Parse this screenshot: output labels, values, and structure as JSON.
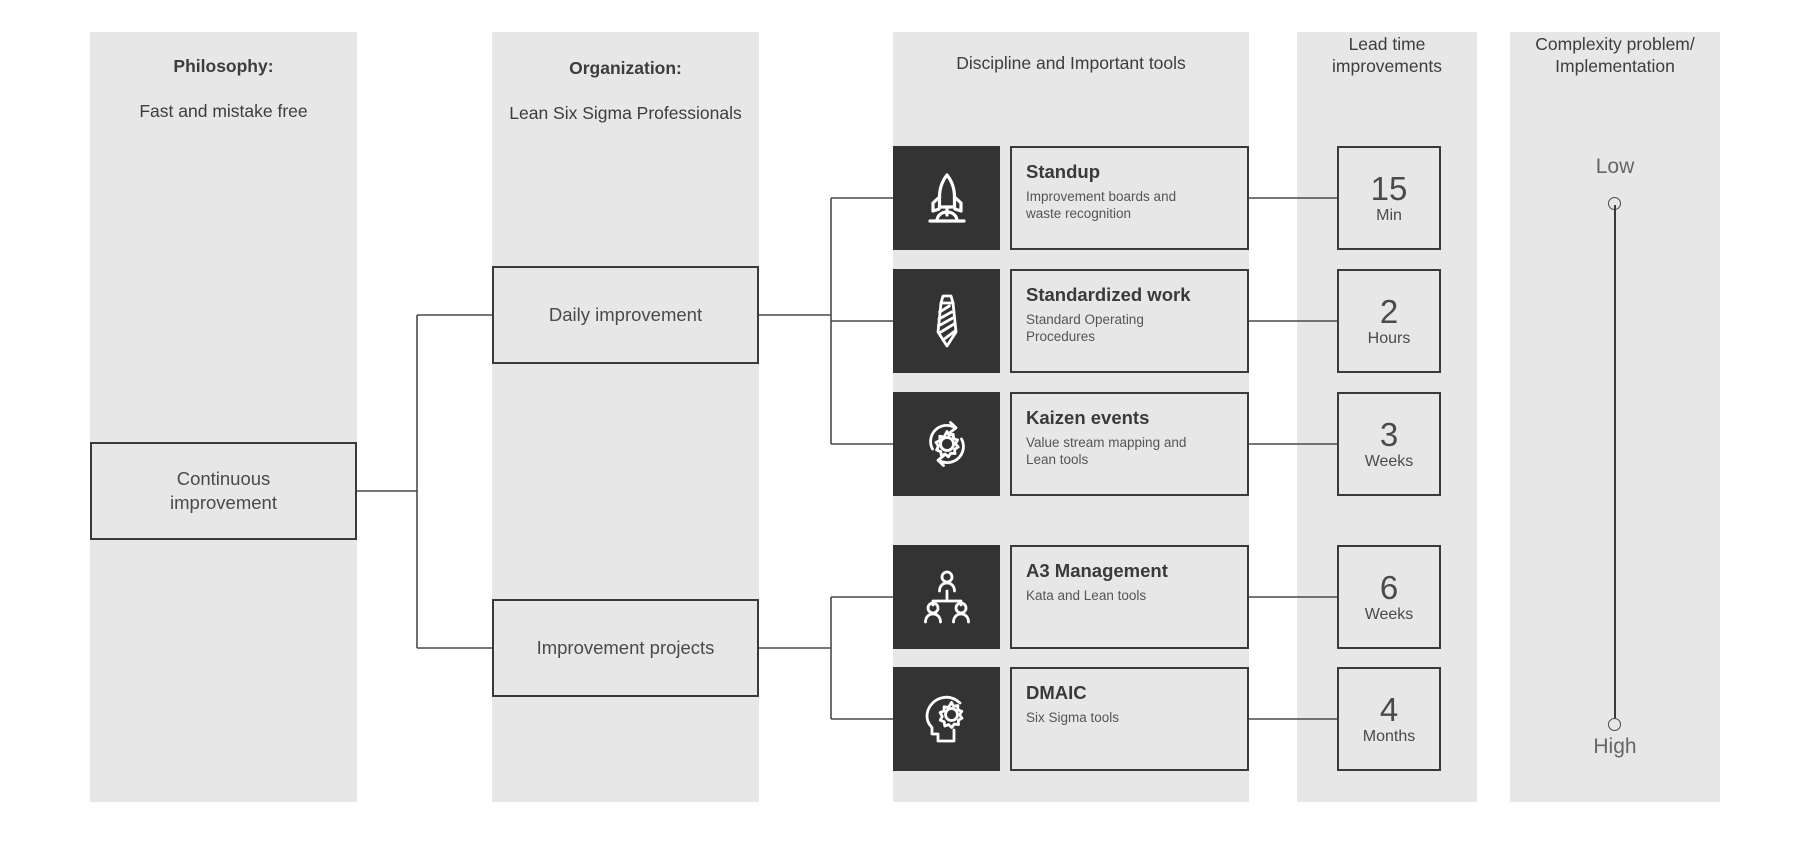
{
  "columns": [
    {
      "key": "philosophy",
      "title_strong": "Philosophy:",
      "title_sub": "Fast and mistake free"
    },
    {
      "key": "organization",
      "title_strong": "Organization:",
      "title_sub": "Lean Six Sigma Professionals"
    },
    {
      "key": "discipline",
      "title": "Discipline and Important tools"
    },
    {
      "key": "leadtime",
      "title": "Lead time\nimprovements"
    },
    {
      "key": "complexity",
      "title": "Complexity problem/\nImplementation"
    }
  ],
  "root": {
    "label": "Continuous\nimprovement"
  },
  "branches": [
    {
      "label": "Daily improvement"
    },
    {
      "label": "Improvement projects"
    }
  ],
  "tools": [
    {
      "icon": "rocket-icon",
      "title": "Standup",
      "subtitle": "Improvement boards and\nwaste recognition",
      "lead_value": "15",
      "lead_unit": "Min"
    },
    {
      "icon": "necktie-icon",
      "title": "Standardized work",
      "subtitle": "Standard Operating\nProcedures",
      "lead_value": "2",
      "lead_unit": "Hours"
    },
    {
      "icon": "gear-cycle-icon",
      "title": "Kaizen events",
      "subtitle": "Value stream mapping and\nLean tools",
      "lead_value": "3",
      "lead_unit": "Weeks"
    },
    {
      "icon": "team-hierarchy-icon",
      "title": "A3 Management",
      "subtitle": "Kata and Lean tools",
      "lead_value": "6",
      "lead_unit": "Weeks"
    },
    {
      "icon": "head-gear-icon",
      "title": "DMAIC",
      "subtitle": "Six Sigma tools",
      "lead_value": "4",
      "lead_unit": "Months"
    }
  ],
  "scale": {
    "top_label": "Low",
    "bottom_label": "High"
  },
  "colors": {
    "band": "#e7e7e7",
    "icon_tile": "#333333",
    "stroke": "#3a3a3a",
    "text": "#4a4a4a",
    "page": "#ffffff"
  }
}
